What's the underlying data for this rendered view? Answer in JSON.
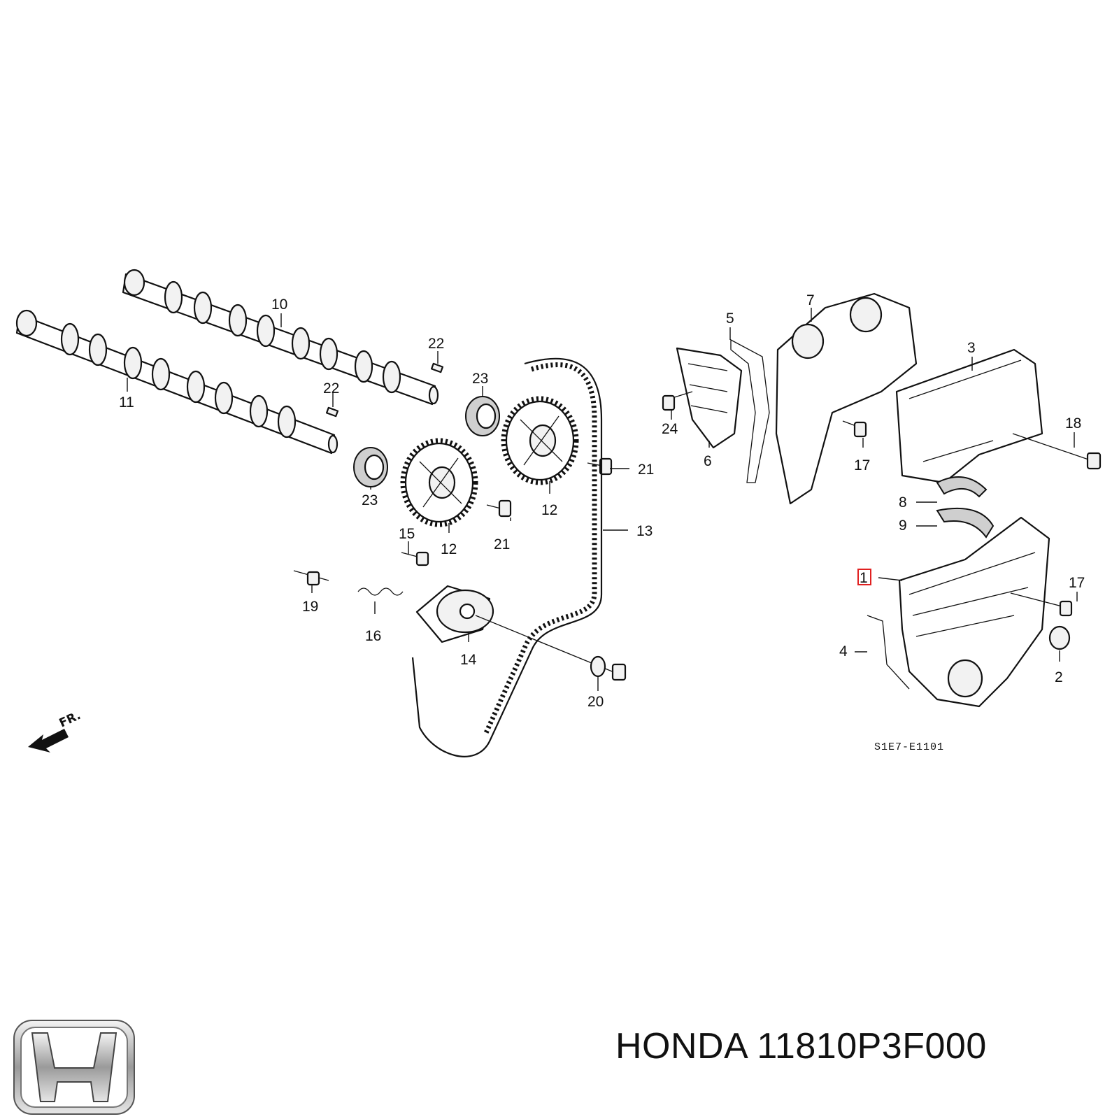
{
  "diagram": {
    "drawing_code": "S1E7-E1101",
    "front_marker": "FR.",
    "highlighted_callout": "1",
    "callouts": [
      {
        "id": "c1",
        "label": "1"
      },
      {
        "id": "c2",
        "label": "2"
      },
      {
        "id": "c3",
        "label": "3"
      },
      {
        "id": "c4",
        "label": "4"
      },
      {
        "id": "c5",
        "label": "5"
      },
      {
        "id": "c6",
        "label": "6"
      },
      {
        "id": "c7",
        "label": "7"
      },
      {
        "id": "c8",
        "label": "8"
      },
      {
        "id": "c9",
        "label": "9"
      },
      {
        "id": "c10",
        "label": "10"
      },
      {
        "id": "c11",
        "label": "11"
      },
      {
        "id": "c12a",
        "label": "12"
      },
      {
        "id": "c12b",
        "label": "12"
      },
      {
        "id": "c13",
        "label": "13"
      },
      {
        "id": "c14",
        "label": "14"
      },
      {
        "id": "c15",
        "label": "15"
      },
      {
        "id": "c16",
        "label": "16"
      },
      {
        "id": "c17a",
        "label": "17"
      },
      {
        "id": "c17b",
        "label": "17"
      },
      {
        "id": "c18",
        "label": "18"
      },
      {
        "id": "c19",
        "label": "19"
      },
      {
        "id": "c20",
        "label": "20"
      },
      {
        "id": "c21a",
        "label": "21"
      },
      {
        "id": "c21b",
        "label": "21"
      },
      {
        "id": "c22a",
        "label": "22"
      },
      {
        "id": "c22b",
        "label": "22"
      },
      {
        "id": "c23a",
        "label": "23"
      },
      {
        "id": "c23b",
        "label": "23"
      },
      {
        "id": "c24",
        "label": "24"
      }
    ]
  },
  "footer": {
    "brand": "HONDA",
    "part_number": "11810P3F000",
    "logo_icon": "honda-h-logo-icon"
  },
  "colors": {
    "highlight": "#e02020",
    "ink": "#111111",
    "background": "#ffffff"
  }
}
